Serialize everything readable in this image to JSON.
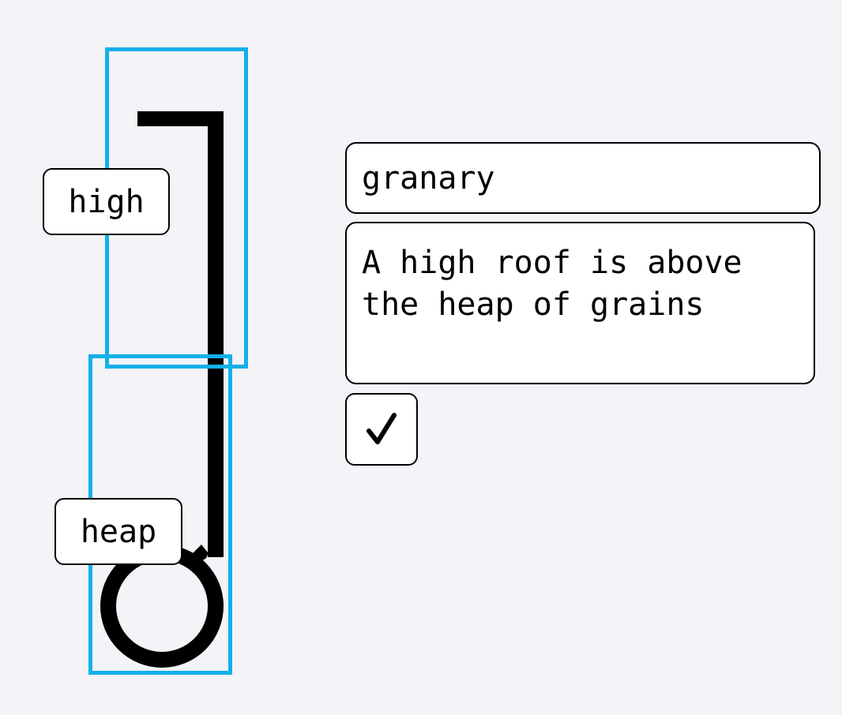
{
  "glyph": {
    "character_icon": "hook-with-loop-glyph",
    "stroke_color": "#000000",
    "box_color": "#12b0e8",
    "components": [
      {
        "tag": "high"
      },
      {
        "tag": "heap"
      }
    ]
  },
  "card": {
    "word": "granary",
    "meaning": "A high roof is above\nthe heap of grains",
    "check_icon": "checkmark-icon"
  }
}
